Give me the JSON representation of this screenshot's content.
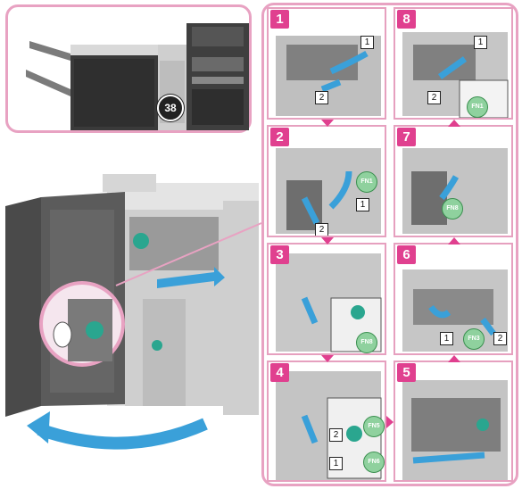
{
  "overview": {
    "badge": "38"
  },
  "steps": [
    {
      "num": "1",
      "callouts": [
        "1",
        "2"
      ],
      "fn": []
    },
    {
      "num": "2",
      "callouts": [
        "1",
        "2"
      ],
      "fn": [
        "FN1"
      ]
    },
    {
      "num": "3",
      "callouts": [],
      "fn": [
        "FN8"
      ]
    },
    {
      "num": "4",
      "callouts": [
        "2",
        "1"
      ],
      "fn": [
        "FN5",
        "FN6"
      ]
    },
    {
      "num": "8",
      "callouts": [
        "1",
        "2"
      ],
      "fn": [
        "FN1"
      ]
    },
    {
      "num": "7",
      "callouts": [],
      "fn": [
        "FN8"
      ]
    },
    {
      "num": "6",
      "callouts": [
        "1",
        "2"
      ],
      "fn": [
        "FN3"
      ]
    },
    {
      "num": "5",
      "callouts": [],
      "fn": []
    }
  ],
  "colors": {
    "frame": "#e8a2c2",
    "step_number_bg": "#e0408f",
    "arrow_pink": "#e0408f",
    "arrow_blue": "#3aa0d9",
    "fn_lever": "#8fd19e",
    "teal_part": "#2aa68f"
  },
  "icons": [
    "arrow-down-icon",
    "arrow-up-icon",
    "arrow-right-icon",
    "blue-curved-arrow-icon"
  ]
}
